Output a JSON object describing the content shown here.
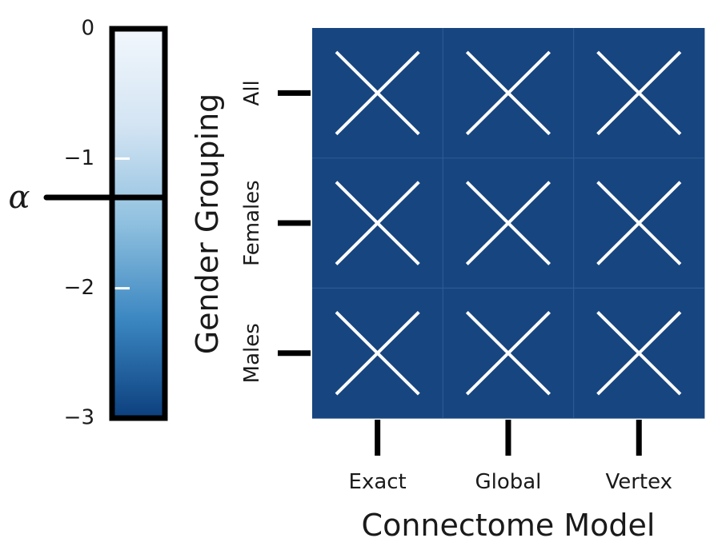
{
  "chart_data": {
    "type": "heatmap",
    "xlabel": "Connectome Model",
    "ylabel": "Gender Grouping",
    "x_categories": [
      "Exact",
      "Global",
      "Vertex"
    ],
    "y_categories": [
      "All",
      "Females",
      "Males"
    ],
    "values": [
      [
        -3,
        -3,
        -3
      ],
      [
        -3,
        -3,
        -3
      ],
      [
        -3,
        -3,
        -3
      ]
    ],
    "cell_marker": "X",
    "cell_color": "#17457f",
    "marker_color": "#ffffff",
    "colorbar": {
      "min": -3,
      "max": 0,
      "ticks": [
        0,
        -1,
        -2,
        -3
      ],
      "tick_labels": [
        "0",
        "−1",
        "−2",
        "−3"
      ],
      "colormap": "Blues",
      "threshold_label": "α",
      "threshold_value": -1.3
    }
  }
}
